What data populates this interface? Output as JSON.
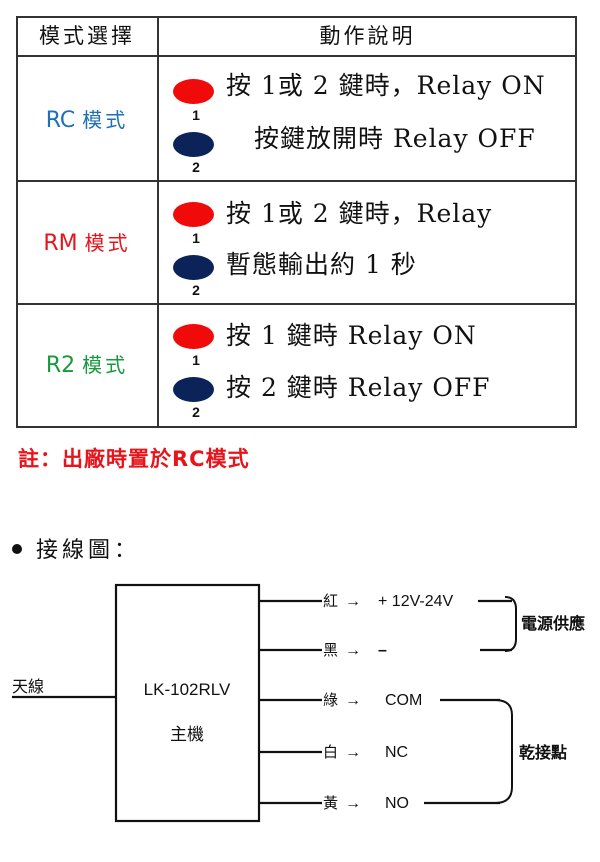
{
  "table": {
    "headers": {
      "mode": "模式選擇",
      "action": "動作說明"
    },
    "button_numbers": {
      "first": "1",
      "second": "2"
    },
    "modes": [
      {
        "code": "RC",
        "suffix": "模式",
        "color": "#1e6fb8",
        "line1": "按 1或 2 鍵時，Relay ON",
        "line2": "按鍵放開時 Relay OFF"
      },
      {
        "code": "RM",
        "suffix": "模式",
        "color": "#e8141c",
        "line1": "按 1或 2 鍵時，Relay",
        "line2": "暫態輸出約 1 秒"
      },
      {
        "code": "R2",
        "suffix": "模式",
        "color": "#169a3c",
        "line1": "按 1 鍵時 Relay ON",
        "line2": "按 2 鍵時 Relay OFF"
      }
    ],
    "button_colors": {
      "top": "#f00a0a",
      "bottom": "#0b2359"
    }
  },
  "note": "註：出廠時置於RC模式",
  "note_color": "#e8141c",
  "wiring": {
    "title": "接線圖：",
    "antenna_label": "天線",
    "module_name": "LK-102RLV",
    "module_sub": "主機",
    "arrow": "→",
    "wires": [
      {
        "color_name": "紅",
        "terminal": "+ 12V-24V"
      },
      {
        "color_name": "黑",
        "terminal": "–"
      },
      {
        "color_name": "綠",
        "terminal": "COM"
      },
      {
        "color_name": "白",
        "terminal": "NC"
      },
      {
        "color_name": "黃",
        "terminal": "NO"
      }
    ],
    "group_labels": {
      "power": "電源供應",
      "dry_contact": "乾接點"
    }
  }
}
